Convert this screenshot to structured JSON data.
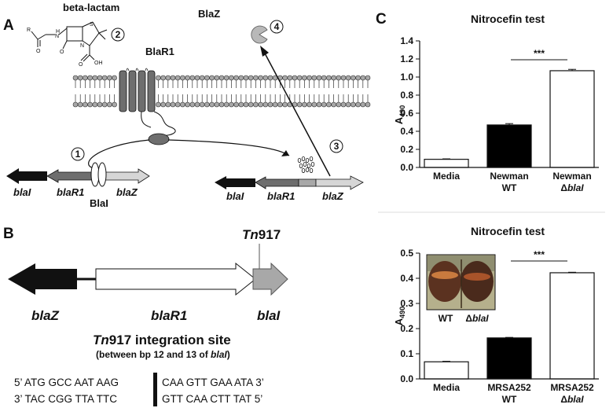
{
  "panel_a": {
    "letter": "A",
    "beta_lactam_label": "beta-lactam",
    "blar1_label": "BlaR1",
    "blaz_protein_label": "BlaZ",
    "blai_protein_label": "BlaI",
    "step1": "1",
    "step2": "2",
    "step3": "3",
    "step4": "4",
    "left_operon": {
      "blai": "blaI",
      "blar1": "blaR1",
      "blaz": "blaZ"
    },
    "right_operon": {
      "blai": "blaI",
      "blar1": "blaR1",
      "blaz": "blaZ"
    },
    "chem": {
      "r": "R",
      "h": "H",
      "n1": "N",
      "o1": "O",
      "s": "S",
      "n2": "N",
      "o2": "O",
      "oh": "OH",
      "o3": "O"
    }
  },
  "panel_b": {
    "letter": "B",
    "tn_label_prefix": "Tn",
    "tn_label_suffix": "917",
    "gene_left": "blaZ",
    "gene_mid": "blaR1",
    "gene_right": "blaI",
    "site_title_prefix": "Tn",
    "site_title_suffix": "917 integration site",
    "site_sub_prefix": "(between bp 12 and 13 of ",
    "site_sub_gene": "blaI",
    "site_sub_suffix": ")",
    "seq_top_left": "5’  ATG GCC AAT AAG",
    "seq_top_right": "CAA GTT GAA ATA 3’",
    "seq_bot_left": "3’  TAC CGG TTA  TTC",
    "seq_bot_right": "GTT CAA CTT  TAT 5’"
  },
  "panel_c": {
    "letter": "C",
    "significance": "***",
    "inset_labels": {
      "wt": "WT",
      "mutant_prefix": "Δ",
      "mutant_gene": "blaI"
    }
  },
  "colors": {
    "black": "#111111",
    "dark_gray": "#6e6e6e",
    "mid_gray": "#a8a8a8",
    "light_gray": "#d6d6d6",
    "white": "#ffffff"
  },
  "chart_data": [
    {
      "type": "bar",
      "title": "Nitrocefin test",
      "ylabel": "A490",
      "ylim": [
        0,
        1.4
      ],
      "yticks": [
        "0.0",
        "0.2",
        "0.4",
        "0.6",
        "0.8",
        "1.0",
        "1.2",
        "1.4"
      ],
      "categories": [
        {
          "line1": "Media",
          "line2": "",
          "prefix": "",
          "gene": ""
        },
        {
          "line1": "Newman",
          "line2": "WT",
          "prefix": "",
          "gene": ""
        },
        {
          "line1": "Newman",
          "line2": "",
          "prefix": "Δ",
          "gene": "blaI"
        }
      ],
      "values": [
        0.09,
        0.47,
        1.07
      ],
      "errors": [
        0.005,
        0.015,
        0.015
      ],
      "fills": [
        "#ffffff",
        "#000000",
        "#ffffff"
      ]
    },
    {
      "type": "bar",
      "title": "Nitrocefin test",
      "ylabel": "A490",
      "ylim": [
        0,
        0.5
      ],
      "yticks": [
        "0.0",
        "0.1",
        "0.2",
        "0.3",
        "0.4",
        "0.5"
      ],
      "categories": [
        {
          "line1": "Media",
          "line2": "",
          "prefix": "",
          "gene": ""
        },
        {
          "line1": "MRSA252",
          "line2": "WT",
          "prefix": "",
          "gene": ""
        },
        {
          "line1": "MRSA252",
          "line2": "",
          "prefix": "Δ",
          "gene": "blaI"
        }
      ],
      "values": [
        0.068,
        0.163,
        0.422
      ],
      "errors": [
        0.002,
        0.002,
        0.002
      ],
      "fills": [
        "#ffffff",
        "#000000",
        "#ffffff"
      ]
    }
  ]
}
